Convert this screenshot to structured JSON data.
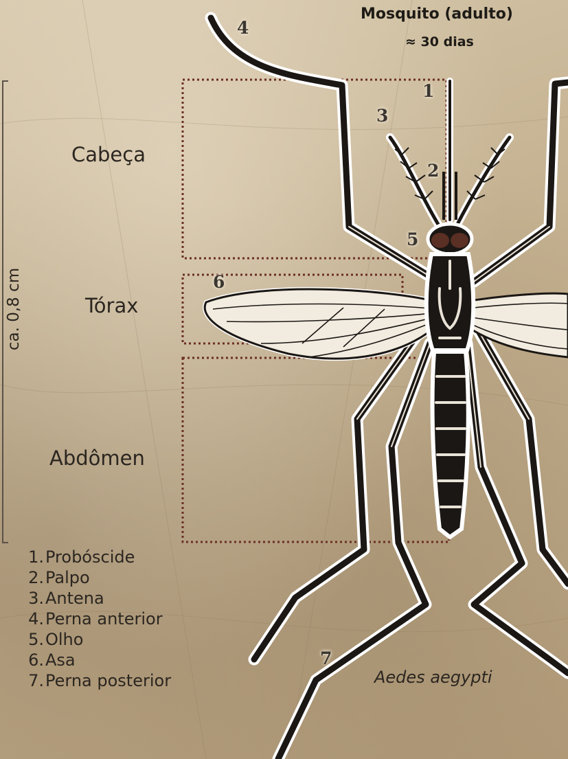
{
  "title": "Mosquito (adulto)",
  "lifespan": "≈ 30 dias",
  "species": "Aedes aegypti",
  "size_label": "ca. 0,8 cm",
  "regions": [
    "Cabeça",
    "Tórax",
    "Abdômen"
  ],
  "callout_numbers": [
    "1",
    "2",
    "3",
    "4",
    "5",
    "6",
    "7"
  ],
  "legend": [
    {
      "n": "1.",
      "label": "Probóscide"
    },
    {
      "n": "2.",
      "label": "Palpo"
    },
    {
      "n": "3.",
      "label": "Antena"
    },
    {
      "n": "4.",
      "label": "Perna anterior"
    },
    {
      "n": "5.",
      "label": "Olho"
    },
    {
      "n": "6.",
      "label": "Asa"
    },
    {
      "n": "7.",
      "label": "Perna posterior"
    }
  ],
  "colors": {
    "box_border": "#6b2e24",
    "insect_body": "#1b1714",
    "insect_outline": "#ffffff",
    "background": "#c8b89a"
  }
}
